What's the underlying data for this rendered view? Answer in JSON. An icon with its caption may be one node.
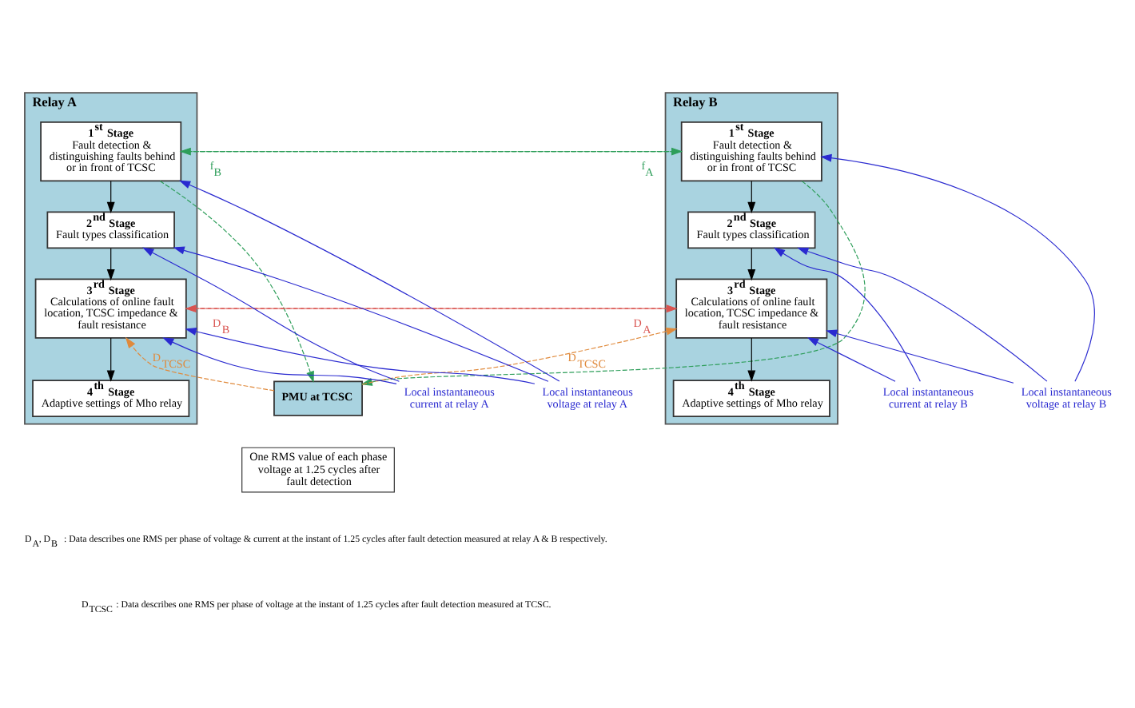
{
  "diagram": {
    "nodes": [
      {
        "text": [
          "Relay A"
        ]
      },
      {
        "text": [
          "1$^{st}$ Stage",
          "Fault detection & distinguishing faults behind or in front of TCSC"
        ],
        "in": 0
      },
      {
        "text": [
          "2$^{nd}$ Stage",
          "Fault types classification"
        ],
        "in": 0
      },
      {
        "text": [
          "3$^{rd}$ Stage",
          "Calculations of online fault location, TCSC impedance & fault resistance"
        ],
        "in": 0
      },
      {
        "text": [
          "4$^{th}$ Stage",
          "Adaptive settings of Mho relay"
        ],
        "in": 0
      },
      {
        "text": [
          "Relay B"
        ]
      },
      {
        "text": [
          "1$^{st}$ Stage",
          "Fault detection & distinguishing faults behind or in front of TCSC"
        ],
        "in": 5
      },
      {
        "text": [
          "2$^{nd}$ Stage",
          "Fault types classification"
        ],
        "in": 5
      },
      {
        "text": [
          "3$^{rd}$ Stage",
          "Calculations of online fault location, TCSC impedance & fault resistance"
        ],
        "in": 5
      },
      {
        "text": [
          "4$^{th}$ Stage",
          "Adaptive settings of Mho relay"
        ],
        "in": 5
      },
      {
        "text": [
          "PMU at TCSC"
        ]
      },
      {
        "text": [
          "One RMS value of each phase voltage at 1.25 cycles after fault detection"
        ]
      },
      {
        "text": [
          "Local instantaneous current at relay A"
        ]
      },
      {
        "text": [
          "Local instantaneous voltage at relay A"
        ]
      },
      {
        "text": [
          "Local instantaneous current at relay B"
        ]
      },
      {
        "text": [
          "Local instantaneous voltage at relay B"
        ]
      }
    ],
    "edges": [
      {
        "from": 1,
        "to": 2,
        "arrow": "to",
        "color": "#000000"
      },
      {
        "from": 2,
        "to": 3,
        "arrow": "to",
        "color": "#000000"
      },
      {
        "from": 3,
        "to": 4,
        "arrow": "to",
        "color": "#000000"
      },
      {
        "from": 6,
        "to": 7,
        "arrow": "to",
        "color": "#000000"
      },
      {
        "from": 7,
        "to": 8,
        "arrow": "to",
        "color": "#000000"
      },
      {
        "from": 8,
        "to": 9,
        "arrow": "to",
        "color": "#000000"
      },
      {
        "from": 1,
        "to": 6,
        "arrow": "to",
        "label": "f$_{A}$",
        "style": "dashed",
        "color": "#2e9e5a"
      },
      {
        "from": 6,
        "to": 1,
        "arrow": "to",
        "label": "f$_{B}$",
        "style": "dashed",
        "color": "#2e9e5a"
      },
      {
        "from": 1,
        "to": 10,
        "arrow": "to",
        "style": "dashed",
        "color": "#2e9e5a"
      },
      {
        "from": 6,
        "to": 10,
        "arrow": "to",
        "style": "dashed",
        "color": "#2e9e5a"
      },
      {
        "from": 3,
        "to": 8,
        "arrow": "to",
        "label": "D$_{A}$",
        "style": "dashed",
        "color": "#d9534f"
      },
      {
        "from": 8,
        "to": 3,
        "arrow": "to",
        "label": "D$_{B}$",
        "style": "dashed",
        "color": "#d9534f"
      },
      {
        "from": 10,
        "to": 3,
        "arrow": "to",
        "label": "D$_{TCSC}$",
        "style": "dashed",
        "color": "#e08a3c"
      },
      {
        "from": 10,
        "to": 8,
        "arrow": "to",
        "label": "D$_{TCSC}$",
        "style": "dashed",
        "color": "#e08a3c"
      },
      {
        "from": 13,
        "to": 1,
        "arrow": "to",
        "color": "#2a2ad0"
      },
      {
        "from": 13,
        "to": 2,
        "arrow": "to",
        "color": "#2a2ad0"
      },
      {
        "from": 13,
        "to": 3,
        "arrow": "to",
        "color": "#2a2ad0"
      },
      {
        "from": 12,
        "to": 2,
        "arrow": "to",
        "color": "#2a2ad0"
      },
      {
        "from": 12,
        "to": 3,
        "arrow": "to",
        "color": "#2a2ad0"
      },
      {
        "from": 15,
        "to": 6,
        "arrow": "to",
        "color": "#2a2ad0"
      },
      {
        "from": 15,
        "to": 7,
        "arrow": "to",
        "color": "#2a2ad0"
      },
      {
        "from": 15,
        "to": 8,
        "arrow": "to",
        "color": "#2a2ad0"
      },
      {
        "from": 14,
        "to": 7,
        "arrow": "to",
        "color": "#2a2ad0"
      },
      {
        "from": 14,
        "to": 8,
        "arrow": "to",
        "color": "#2a2ad0"
      }
    ],
    "labels": [
      "D$_{A}$, D$_{B}$ : Data describes one RMS per phase of voltage & current at the instant of 1.25 cycles after fault detection measured at relay A & B respectively.",
      "D$_{TCSC}$ : Data describes one RMS per phase of voltage at the instant of 1.25 cycles after fault detection measured at TCSC."
    ]
  }
}
